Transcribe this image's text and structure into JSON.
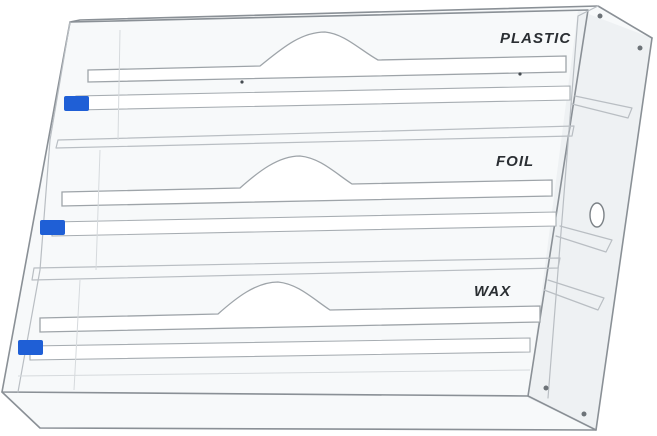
{
  "labels": {
    "top": "PLASTIC",
    "middle": "FOIL",
    "bottom": "WAX"
  },
  "colors": {
    "cap": "#1f5fd6",
    "acrylic_edge": "#8a9096",
    "background": "#ffffff"
  }
}
